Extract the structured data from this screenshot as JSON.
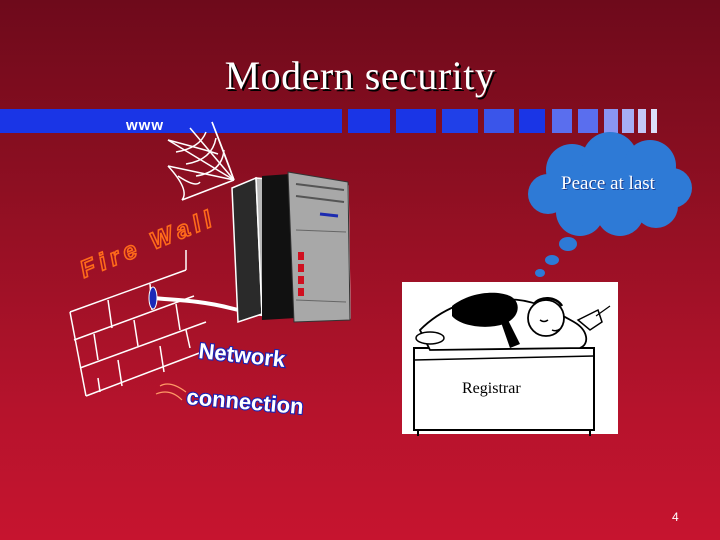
{
  "slide": {
    "title": "Modern security",
    "www_label": "www",
    "firewall_label": "Fire Wall",
    "network_label": "Network",
    "connection_label": "connection",
    "thought_text": "Peace at last",
    "registrar_label": "Registrar",
    "page_number": "4"
  },
  "colors": {
    "background_top": "#6e0a1b",
    "background_bottom": "#c6142f",
    "accent_blue": "#1a35e6",
    "cloud_blue": "#2e7ad6",
    "wordart_orange": "#ff6a1a",
    "wordart_blue": "#1a23b5"
  }
}
